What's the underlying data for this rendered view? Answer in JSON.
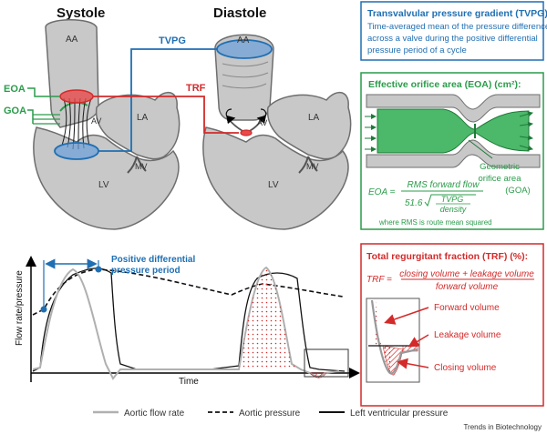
{
  "heart": {
    "systole_title": "Systole",
    "diastole_title": "Diastole",
    "label_aa": "AA",
    "label_av": "AV",
    "label_la": "LA",
    "label_mv": "MV",
    "label_lv": "LV",
    "label_eoa": "EOA",
    "label_goa": "GOA",
    "label_tvpg": "TVPG",
    "label_trf": "TRF"
  },
  "tvpg_box": {
    "title": "Transvalvular pressure gradient (TVPG) (mmHg):",
    "line1": "Time-averaged mean of the pressure difference",
    "line2": "across a valve during the positive differential",
    "line3": "pressure period of a cycle"
  },
  "eoa_box": {
    "title": "Effective orifice area (EOA) (cm²):",
    "goa_line1": "Geometric",
    "goa_line2": "orifice area",
    "goa_line3": "(GOA)",
    "formula_lhs": "EOA =",
    "formula_num": "RMS forward flow",
    "formula_den_coef": "51.6",
    "formula_den_num": "TVPG",
    "formula_den_den": "density",
    "footnote": "where RMS is route mean squared"
  },
  "trf_box": {
    "title": "Total regurgitant fraction (TRF) (%):",
    "formula_lhs": "TRF =",
    "formula_num": "closing volume + leakage volume",
    "formula_den": "forward volume",
    "forward_label": "Forward volume",
    "leakage_label": "Leakage volume",
    "closing_label": "Closing volume"
  },
  "waveform": {
    "ylabel": "Flow rate/pressure",
    "xlabel": "Time",
    "pdp_line1": "Positive differential",
    "pdp_line2": "pressure period"
  },
  "legend": {
    "items": [
      {
        "label": "Aortic flow rate"
      },
      {
        "label": "Aortic pressure"
      },
      {
        "label": "Left ventricular pressure"
      }
    ]
  },
  "credit": "Trends in Biotechnology",
  "colors": {
    "blue": "#1f6fb3",
    "green": "#2a9c4a",
    "green_fill": "#4cb86a",
    "red": "#d42a2a",
    "heart_fill": "#c8c8c8",
    "heart_stroke": "#6e6e6e",
    "gray_curve": "#b0b0b0"
  }
}
